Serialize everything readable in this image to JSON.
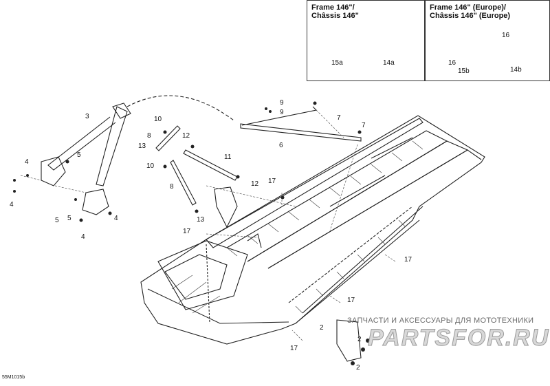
{
  "diagram": {
    "ref_code": "55M1015b",
    "insets": [
      {
        "title": "Frame 146\"/\nChâssis 146\"",
        "labels": [
          "15a",
          "14a"
        ]
      },
      {
        "title": "Frame 146\" (Europe)/\nChâssis 146\" (Europe)",
        "labels": [
          "16",
          "16",
          "15b",
          "14b"
        ]
      }
    ],
    "callouts": [
      "2",
      "2",
      "2",
      "3",
      "4",
      "4",
      "4",
      "4",
      "5",
      "5",
      "5",
      "6",
      "7",
      "7",
      "8",
      "8",
      "9",
      "9",
      "10",
      "10",
      "11",
      "12",
      "12",
      "13",
      "13",
      "17",
      "17",
      "17",
      "17",
      "17"
    ],
    "watermark": {
      "text": "ЗАПЧАСТИ И АКСЕССУАРЫ ДЛЯ МОТОТЕХНИКИ",
      "logo": "PARTSFOR.RU"
    }
  }
}
